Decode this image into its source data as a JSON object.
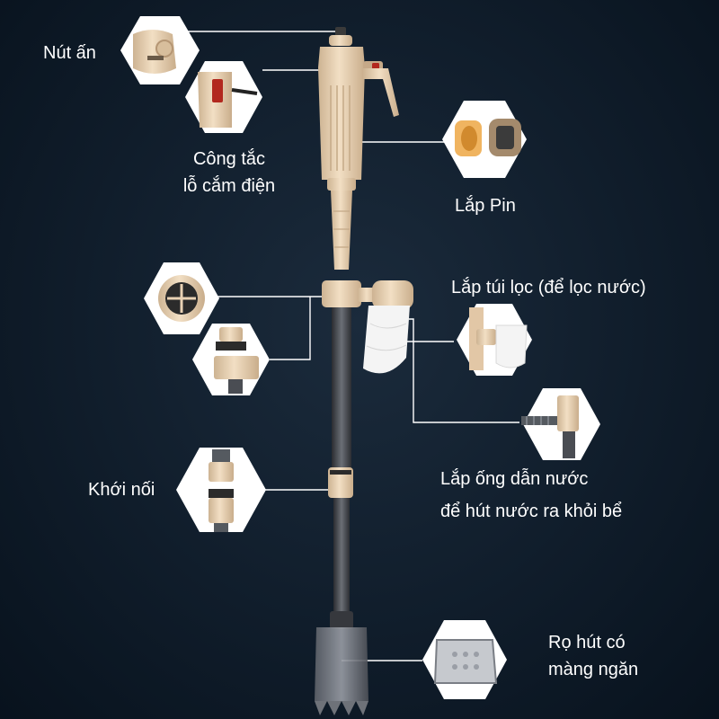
{
  "labels": {
    "push_button": "Nút ấn",
    "switch_line1": "Công tắc",
    "switch_line2": "lỗ cắm điện",
    "battery": "Lắp Pin",
    "filter_bag": "Lắp túi lọc (để lọc nước)",
    "connector": "Khới nối",
    "hose_line1": "Lắp ống dẫn nước",
    "hose_line2": "để hút nước ra khỏi bể",
    "nozzle_line1": "Rọ hút có",
    "nozzle_line2": "màng ngăn"
  },
  "colors": {
    "background": "#0b1724",
    "body_beige": "#e9d2b4",
    "tube": "#4a4d53",
    "label_text": "#ffffff",
    "leader_line": "#ffffff"
  }
}
